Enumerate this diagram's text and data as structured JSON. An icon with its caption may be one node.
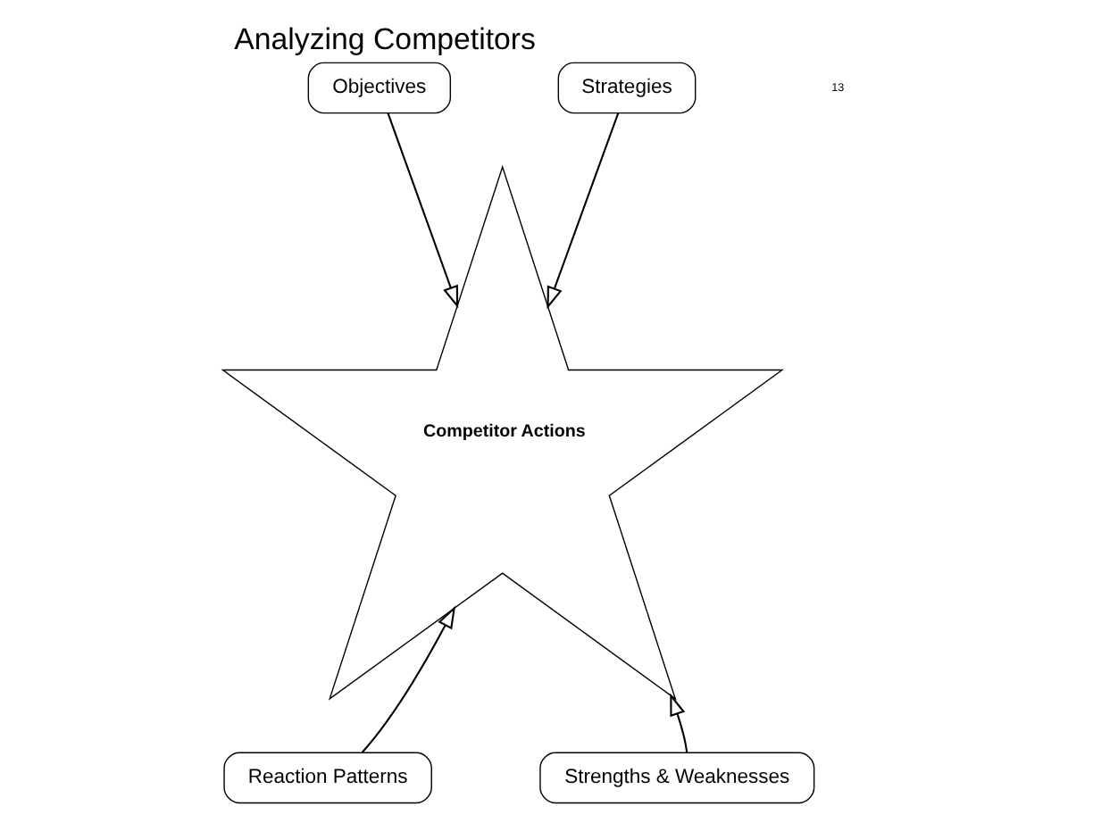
{
  "diagram": {
    "title": "Analyzing Competitors",
    "nodes": [
      {
        "text": [
          "Competitor Actions"
        ]
      },
      {
        "text": [
          "Objectives"
        ]
      },
      {
        "text": [
          "Strategies"
        ]
      },
      {
        "text": [
          "Reaction Patterns"
        ]
      },
      {
        "text": [
          "Strengths & Weaknesses"
        ]
      }
    ],
    "edges": [
      {
        "from": 1,
        "to": 0,
        "arrow": "to"
      },
      {
        "from": 2,
        "to": 0,
        "arrow": "to"
      },
      {
        "from": 3,
        "to": 0,
        "arrow": "to"
      },
      {
        "from": 4,
        "to": 0,
        "arrow": "to"
      }
    ],
    "labels": [
      "13"
    ]
  }
}
